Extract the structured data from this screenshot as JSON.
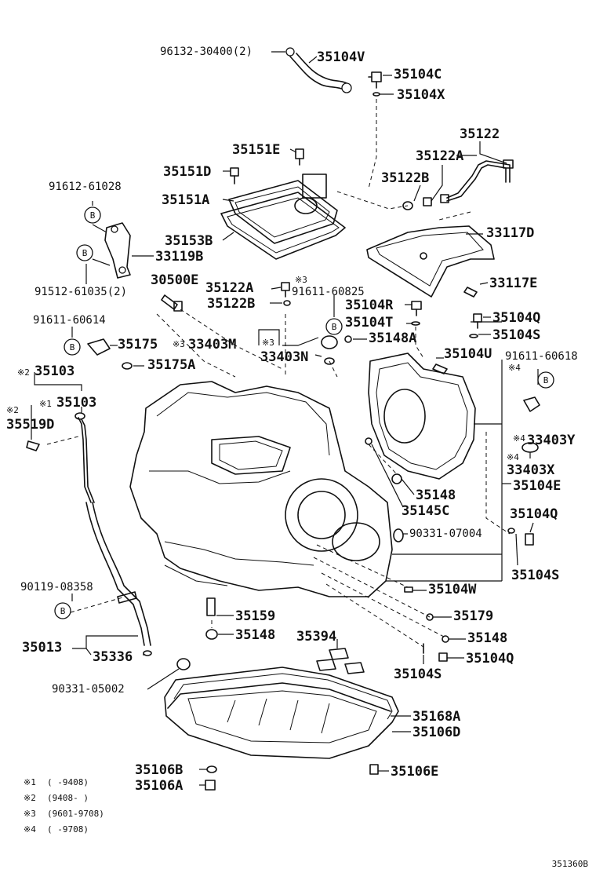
{
  "labels": {
    "p96132": "96132-30400(2)",
    "p35104V": "35104V",
    "p35104C": "35104C",
    "p35104X": "35104X",
    "p35122": "35122",
    "p35151E": "35151E",
    "p35122A_top": "35122A",
    "p35122B_top": "35122B",
    "p35151D": "35151D",
    "p91612": "91612-61028",
    "p35151A": "35151A",
    "p33117D": "33117D",
    "p35153B": "35153B",
    "p33119B": "33119B",
    "p91512": "91512-61035(2)",
    "p30500E": "30500E",
    "p35122A": "35122A",
    "p91611_60825": "91611-60825",
    "p33117E": "33117E",
    "p35122B": "35122B",
    "p35104R": "35104R",
    "p91611_60614": "91611-60614",
    "p35104T": "35104T",
    "p35104Q_a": "35104Q",
    "p35104S_a": "35104S",
    "p35148A": "35148A",
    "p35175": "35175",
    "p33403M": "33403M",
    "p33403N": "33403N",
    "p35104U": "35104U",
    "p91611_60618": "91611-60618",
    "p35175A": "35175A",
    "p35103_a": "35103",
    "p35103_b": "35103",
    "p35519D": "35519D",
    "p33403Y": "33403Y",
    "p33403X": "33403X",
    "p35104E": "35104E",
    "p35148_a": "35148",
    "p35145C": "35145C",
    "p35104Q_b": "35104Q",
    "p90331_07004": "90331-07004",
    "p35104S_b": "35104S",
    "p90119": "90119-08358",
    "p35104W": "35104W",
    "p35159": "35159",
    "p35179": "35179",
    "p35148_b": "35148",
    "p35148_c": "35148",
    "p35394": "35394",
    "p35013": "35013",
    "p35336": "35336",
    "p35104Q_c": "35104Q",
    "p35104S_c": "35104S",
    "p90331_05002": "90331-05002",
    "p35168A": "35168A",
    "p35106D": "35106D",
    "p35106B": "35106B",
    "p35106A": "35106A",
    "p35106E": "35106E"
  },
  "marks": {
    "m3": "※3",
    "m3b": "※3",
    "m3c": "※3",
    "m4": "※4",
    "m4b": "※4",
    "m4c": "※4",
    "m2a": "※2",
    "m2b": "※2",
    "m1": "※1",
    "b": "B"
  },
  "legend": [
    {
      "mark": "※1",
      "range": "(    -9408)"
    },
    {
      "mark": "※2",
      "range": "(9408-    )"
    },
    {
      "mark": "※3",
      "range": "(9601-9708)"
    },
    {
      "mark": "※4",
      "range": "(    -9708)"
    }
  ],
  "diagram_code": "351360B"
}
